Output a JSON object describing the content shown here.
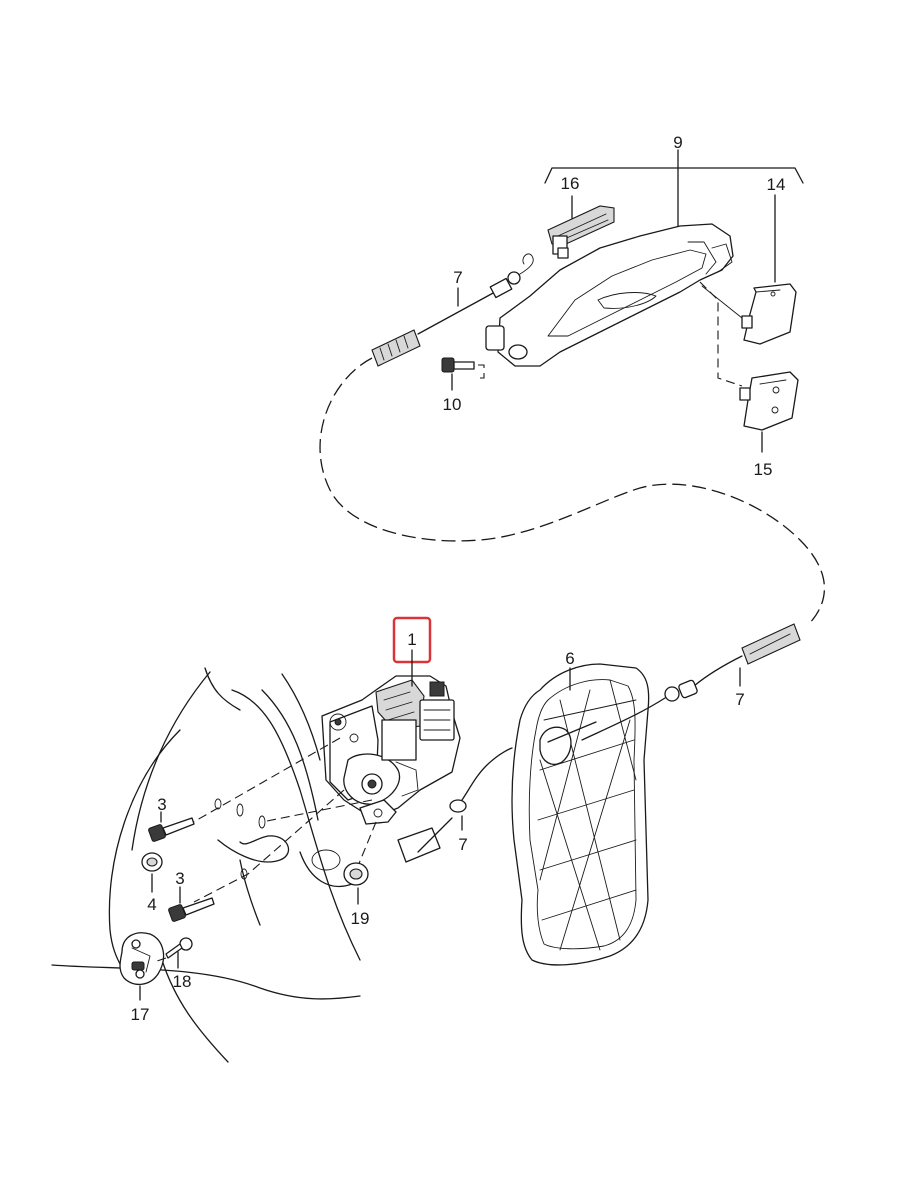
{
  "diagram": {
    "highlight_color": "#d9343c",
    "callouts": {
      "c1": "1",
      "c3a": "3",
      "c3b": "3",
      "c4": "4",
      "c6": "6",
      "c7a": "7",
      "c7b": "7",
      "c7c": "7",
      "c9": "9",
      "c10": "10",
      "c14": "14",
      "c15": "15",
      "c16": "16",
      "c17": "17",
      "c18": "18",
      "c19": "19"
    }
  }
}
